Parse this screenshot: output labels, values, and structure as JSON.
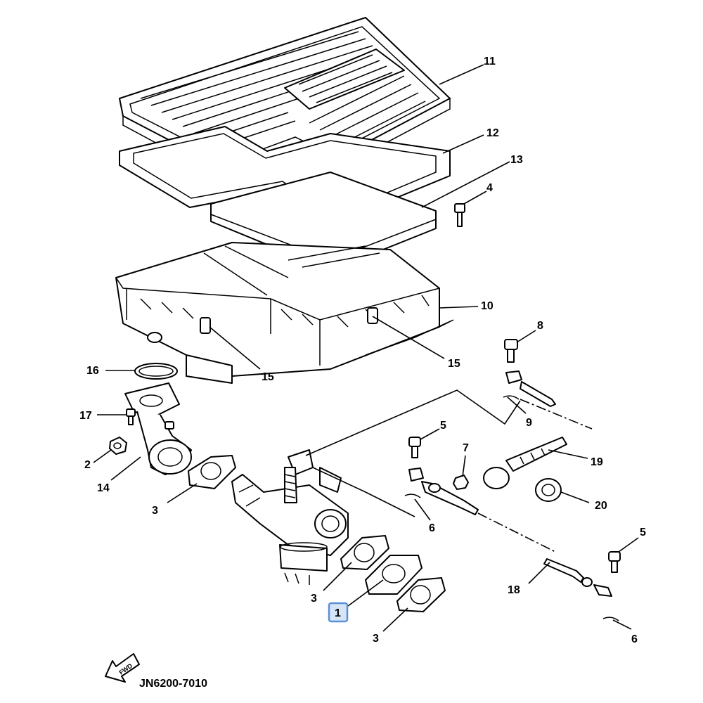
{
  "diagram": {
    "drawing_code": "JN6200-7010",
    "fwd_label": "FWD",
    "highlight_color": "#5b8fd6",
    "highlight_fill": "#d6e4f7",
    "callouts": {
      "c11": "11",
      "c12": "12",
      "c13": "13",
      "c4": "4",
      "c10": "10",
      "c15a": "15",
      "c15b": "15",
      "c16": "16",
      "c17": "17",
      "c2": "2",
      "c14": "14",
      "c3a": "3",
      "c3b": "3",
      "c3c": "3",
      "c1": "1",
      "c8": "8",
      "c9": "9",
      "c5a": "5",
      "c5b": "5",
      "c7": "7",
      "c6a": "6",
      "c6b": "6",
      "c19": "19",
      "c20": "20",
      "c18": "18"
    }
  }
}
